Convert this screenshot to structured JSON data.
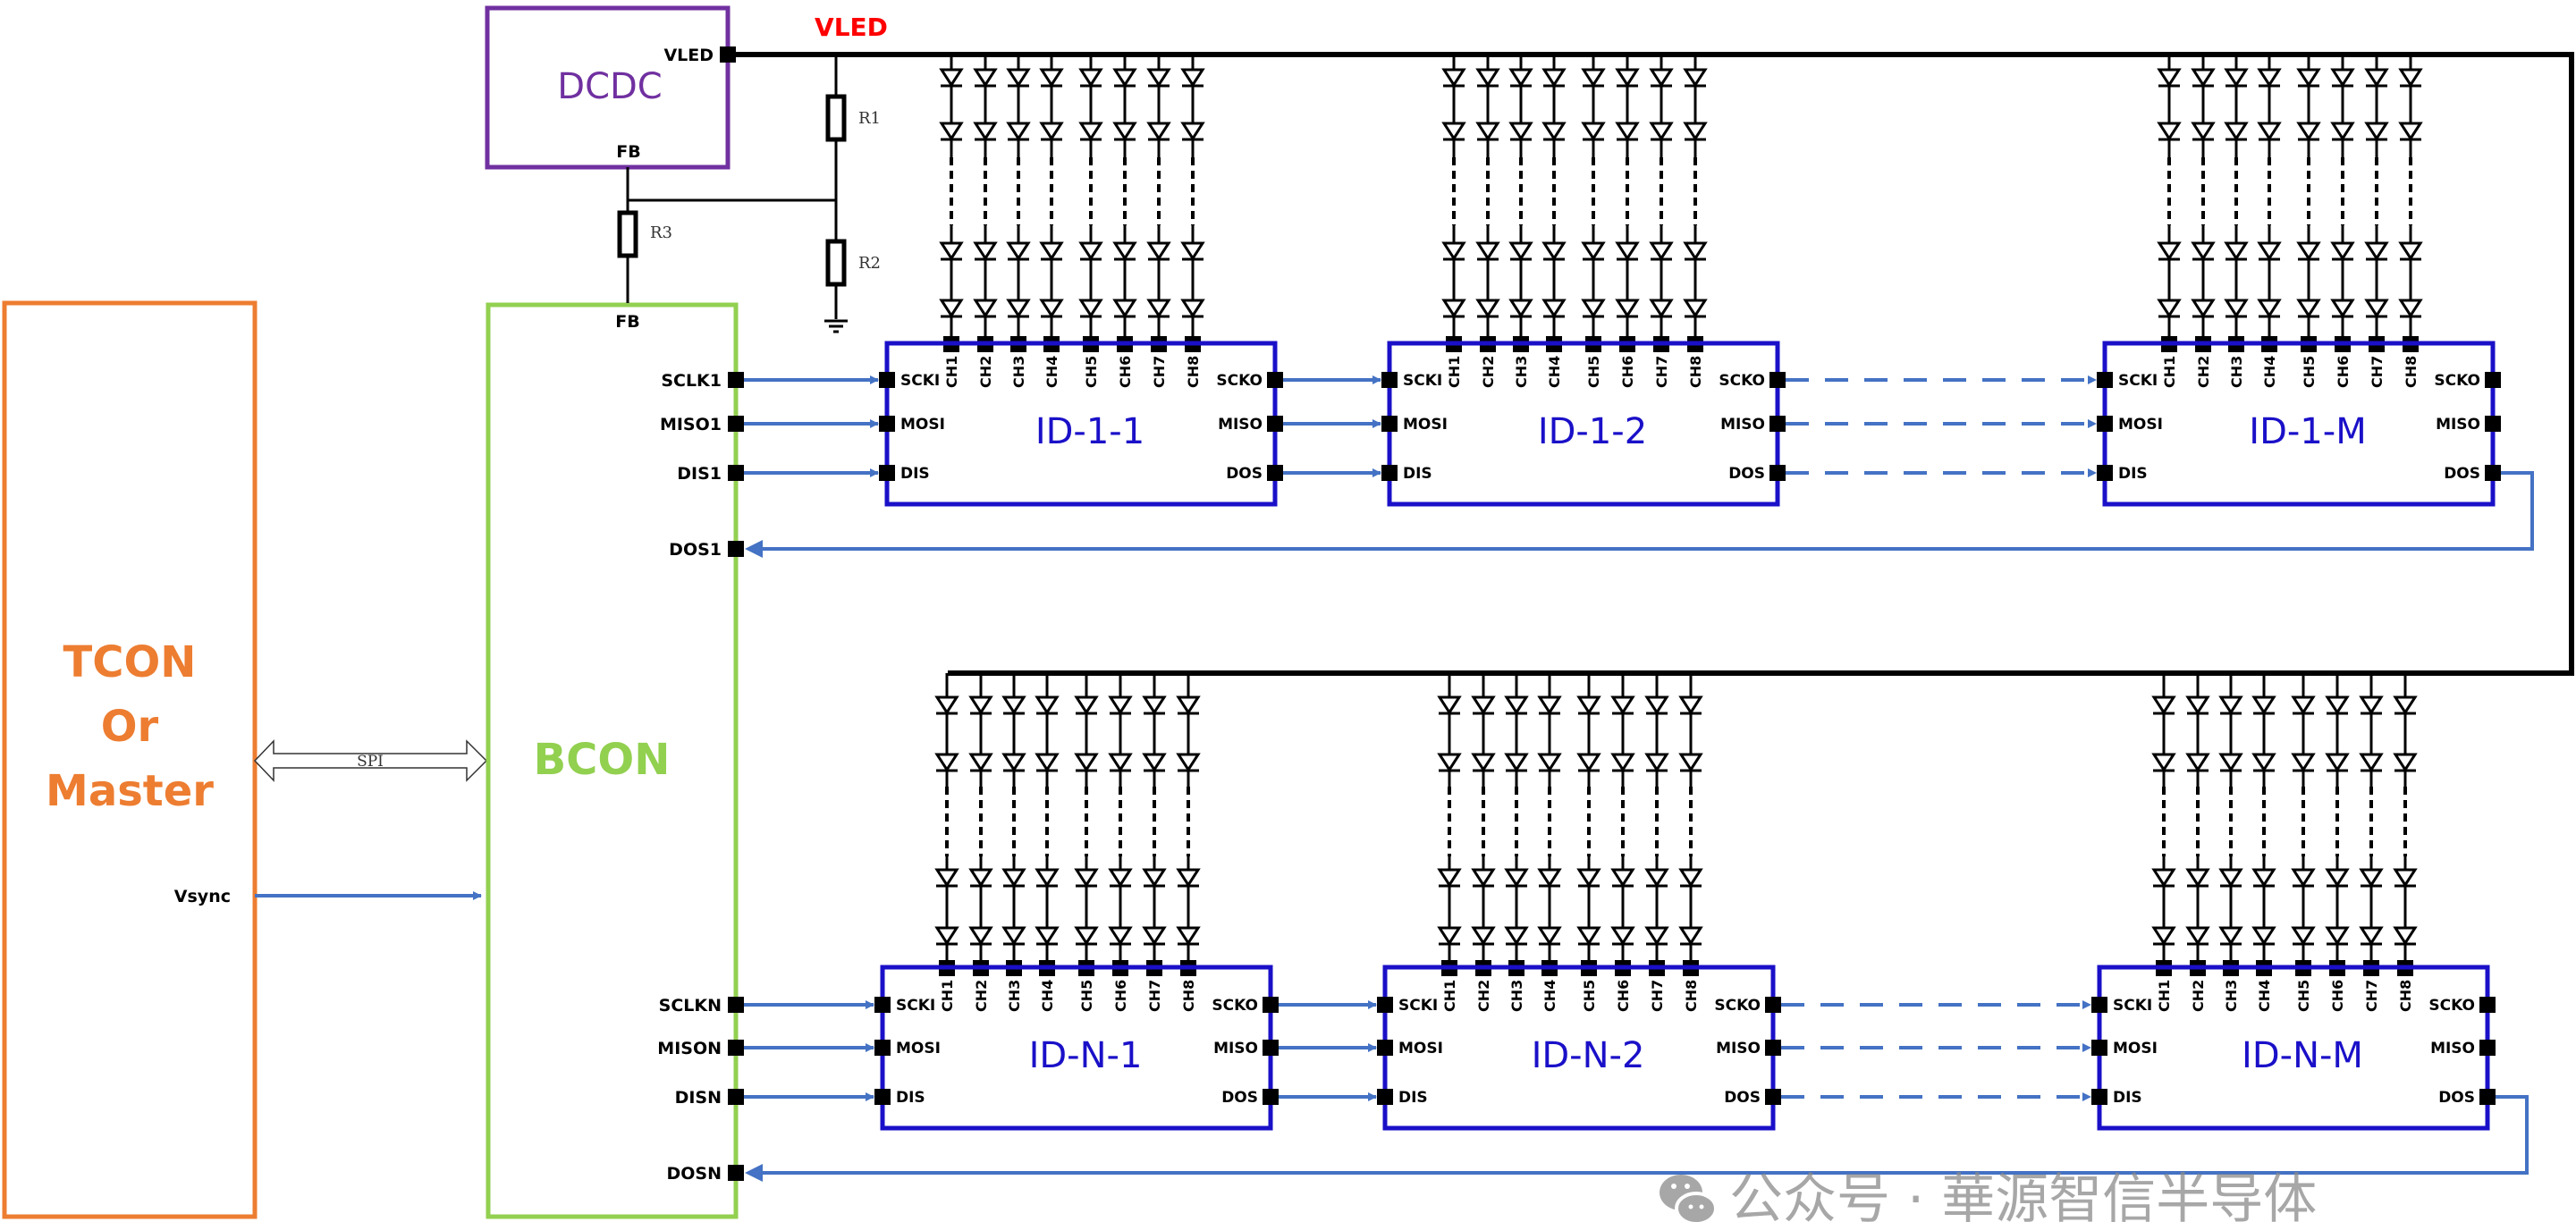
{
  "title": "LED backlight driver system block diagram",
  "colors": {
    "tcon": "#ed7d31",
    "bcon": "#92d050",
    "dcdc": "#7030a0",
    "chip": "#1a10c8",
    "signal": "#4472c4",
    "vled_label": "#ff0000",
    "wire": "#000000",
    "watermark": "#8a8a8a"
  },
  "blocks": {
    "tcon": {
      "lines": [
        "TCON",
        "Or",
        "Master"
      ],
      "pin_vsync": "Vsync"
    },
    "bcon": {
      "label": "BCON",
      "pin_fb": "FB",
      "row1_pins": [
        "SCLK1",
        "MISO1",
        "DIS1",
        "DOS1"
      ],
      "rowN_pins": [
        "SCLKN",
        "MISON",
        "DISN",
        "DOSN"
      ]
    },
    "dcdc": {
      "label": "DCDC",
      "pin_vled": "VLED",
      "pin_fb": "FB"
    },
    "spi_label": "SPI",
    "vled_net_label": "VLED",
    "resistors": [
      "R1",
      "R2",
      "R3"
    ]
  },
  "chip_pins": {
    "left": [
      "SCKI",
      "MOSI",
      "DIS"
    ],
    "right": [
      "SCKO",
      "MISO",
      "DOS"
    ],
    "channels": [
      "CH1",
      "CH2",
      "CH3",
      "CH4",
      "CH5",
      "CH6",
      "CH7",
      "CH8"
    ]
  },
  "rows": [
    {
      "chips": [
        "ID-1-1",
        "ID-1-2",
        "ID-1-M"
      ]
    },
    {
      "chips": [
        "ID-N-1",
        "ID-N-2",
        "ID-N-M"
      ]
    }
  ],
  "watermark": "公众号 · 華源智信半导体"
}
